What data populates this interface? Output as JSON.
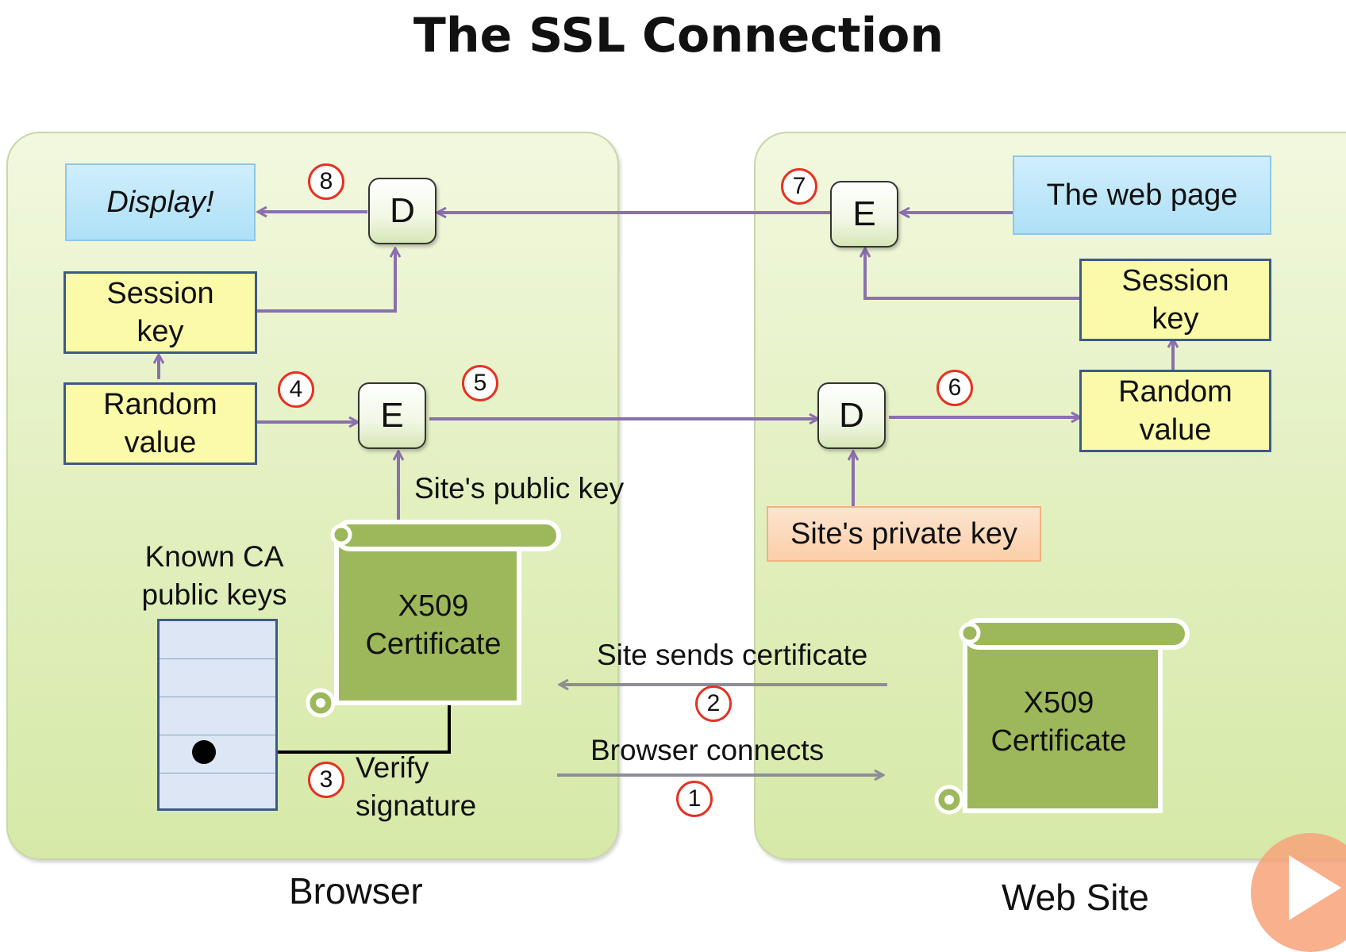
{
  "title": "The SSL Connection",
  "panels": {
    "browser": "Browser",
    "website": "Web Site"
  },
  "browser": {
    "display": "Display!",
    "session_key": "Session key",
    "random_value": "Random value",
    "decrypt": "D",
    "encrypt": "E",
    "sites_public_key": "Site's public key",
    "known_ca": "Known CA public keys",
    "certificate": "X509 Certificate",
    "verify_signature": "Verify signature"
  },
  "website": {
    "web_page": "The web page",
    "encrypt": "E",
    "session_key": "Session key",
    "random_value": "Random value",
    "decrypt": "D",
    "sites_private_key": "Site's private key",
    "certificate": "X509 Certificate"
  },
  "messages": {
    "site_sends_certificate": "Site sends certificate",
    "browser_connects": "Browser connects"
  },
  "steps": [
    "1",
    "2",
    "3",
    "4",
    "5",
    "6",
    "7",
    "8"
  ],
  "colors": {
    "arrow": "#8a70ad",
    "cert": "#9db85a",
    "badge": "#e53222"
  }
}
